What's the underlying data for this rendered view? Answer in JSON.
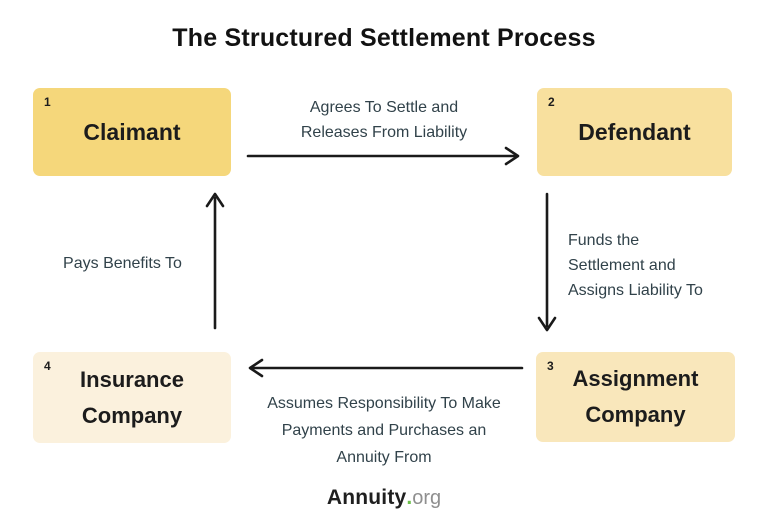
{
  "title": "The Structured Settlement Process",
  "boxes": [
    {
      "number": "1",
      "label": "Claimant"
    },
    {
      "number": "2",
      "label": "Defendant"
    },
    {
      "number": "3",
      "label": "Assignment\nCompany"
    },
    {
      "number": "4",
      "label": "Insurance\nCompany"
    }
  ],
  "arrows": [
    {
      "from": "Claimant",
      "to": "Defendant",
      "direction": "right",
      "label": "Agrees To Settle and\nReleases From Liability"
    },
    {
      "from": "Defendant",
      "to": "Assignment Company",
      "direction": "down",
      "label": "Funds the\nSettlement and\nAssigns Liability To"
    },
    {
      "from": "Assignment Company",
      "to": "Insurance Company",
      "direction": "left",
      "label": "Assumes Responsibility To Make\nPayments and Purchases an\nAnnuity From"
    },
    {
      "from": "Insurance Company",
      "to": "Claimant",
      "direction": "up",
      "label": "Pays Benefits To"
    }
  ],
  "footer": {
    "brand": "Annuity",
    "dot": ".",
    "tld": "org"
  },
  "colors": {
    "background": "#ffffff",
    "title_text": "#121212",
    "box_claimant": "#f5d77b",
    "box_defendant": "#f8e09e",
    "box_assignment": "#f9e7bb",
    "box_insurance": "#fbf1dd",
    "box_label_text": "#1c1c1c",
    "edge_label_text": "#31424a",
    "arrow_stroke": "#1a1a1a",
    "logo_dot_green": "#6cc04a",
    "logo_tld_gray": "#8f8f8f"
  }
}
